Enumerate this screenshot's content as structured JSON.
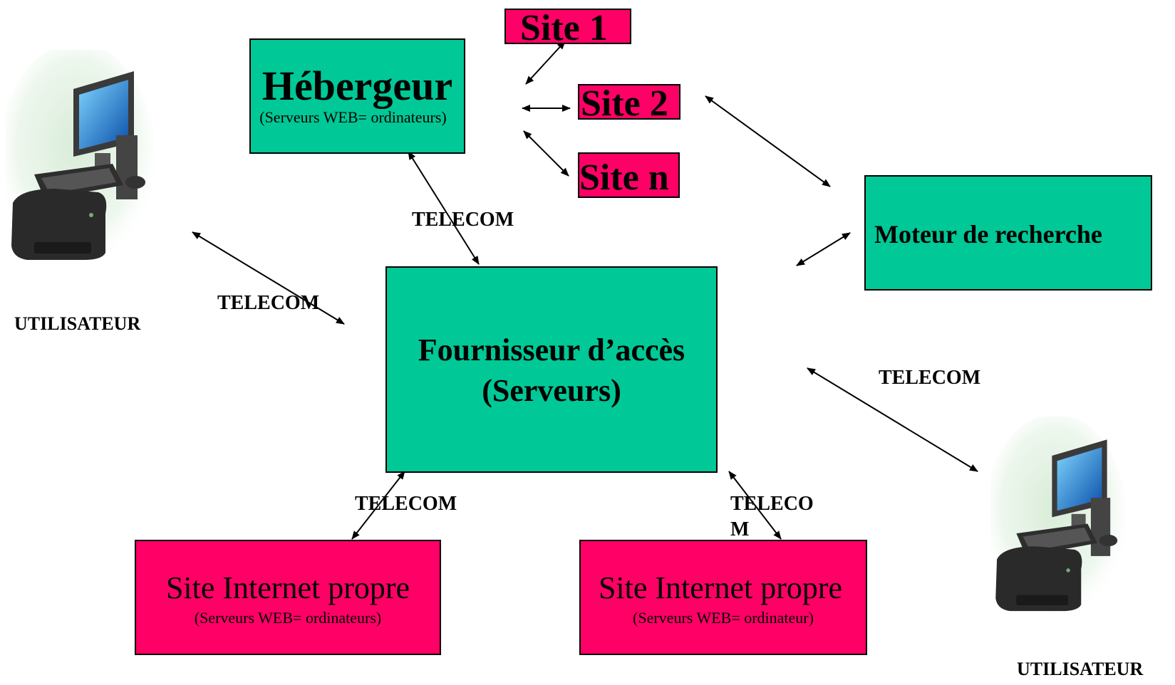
{
  "nodes": {
    "hebergeur": {
      "title": "Hébergeur",
      "subtitle": "(Serveurs WEB= ordinateurs)"
    },
    "site1": {
      "label": "Site 1"
    },
    "site2": {
      "label": "Site 2"
    },
    "siten": {
      "label": "Site n"
    },
    "moteur": {
      "title": "Moteur de recherche"
    },
    "fournisseur": {
      "line1": "Fournisseur d’accès",
      "line2": "(Serveurs)"
    },
    "site_propre_left": {
      "title": "Site Internet propre",
      "subtitle": "(Serveurs WEB= ordinateurs)"
    },
    "site_propre_right": {
      "title": "Site Internet propre",
      "subtitle": "(Serveurs WEB= ordinateur)"
    },
    "user_left": {
      "label": "UTILISATEUR"
    },
    "user_right": {
      "label": "UTILISATEUR"
    }
  },
  "links": {
    "telecom_hebergeur": "TELECOM",
    "telecom_user_left": "TELECOM",
    "telecom_user_right": "TELECOM",
    "telecom_site_left": "TELECOM",
    "telecom_site_right_line1": "TELECO",
    "telecom_site_right_line2": "M"
  },
  "colors": {
    "green": "#00c896",
    "pink": "#ff0066"
  },
  "icons": [
    "computer-icon",
    "computer-icon"
  ]
}
